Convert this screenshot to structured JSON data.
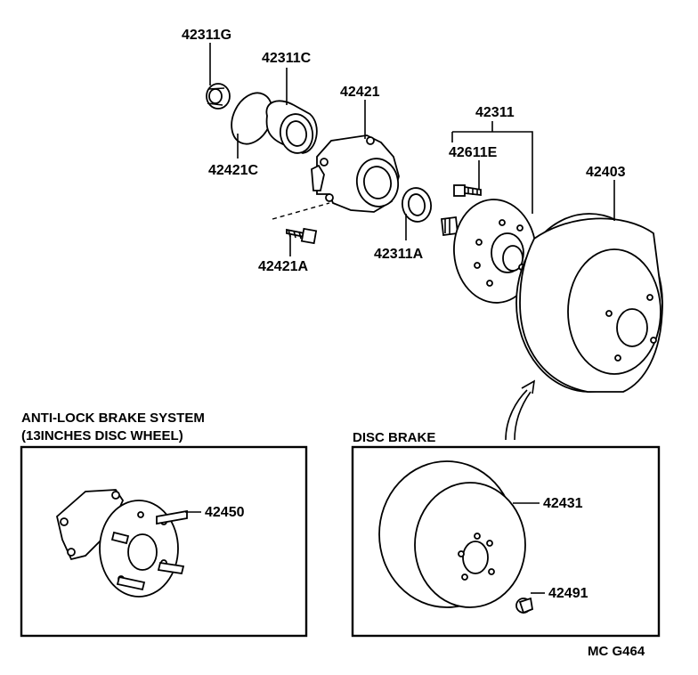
{
  "labels": {
    "p42311G": "42311G",
    "p42311C": "42311C",
    "p42421": "42421",
    "p42311": "42311",
    "p42611E": "42611E",
    "p42403": "42403",
    "p42421C": "42421C",
    "p42311A": "42311A",
    "p42421A": "42421A",
    "p42450": "42450",
    "p42431": "42431",
    "p42491": "42491"
  },
  "sections": {
    "abs_title_line1": "ANTI-LOCK BRAKE SYSTEM",
    "abs_title_line2": "(13INCHES DISC WHEEL)",
    "disc_title": "DISC BRAKE"
  },
  "footer": {
    "code": "MC G464"
  }
}
